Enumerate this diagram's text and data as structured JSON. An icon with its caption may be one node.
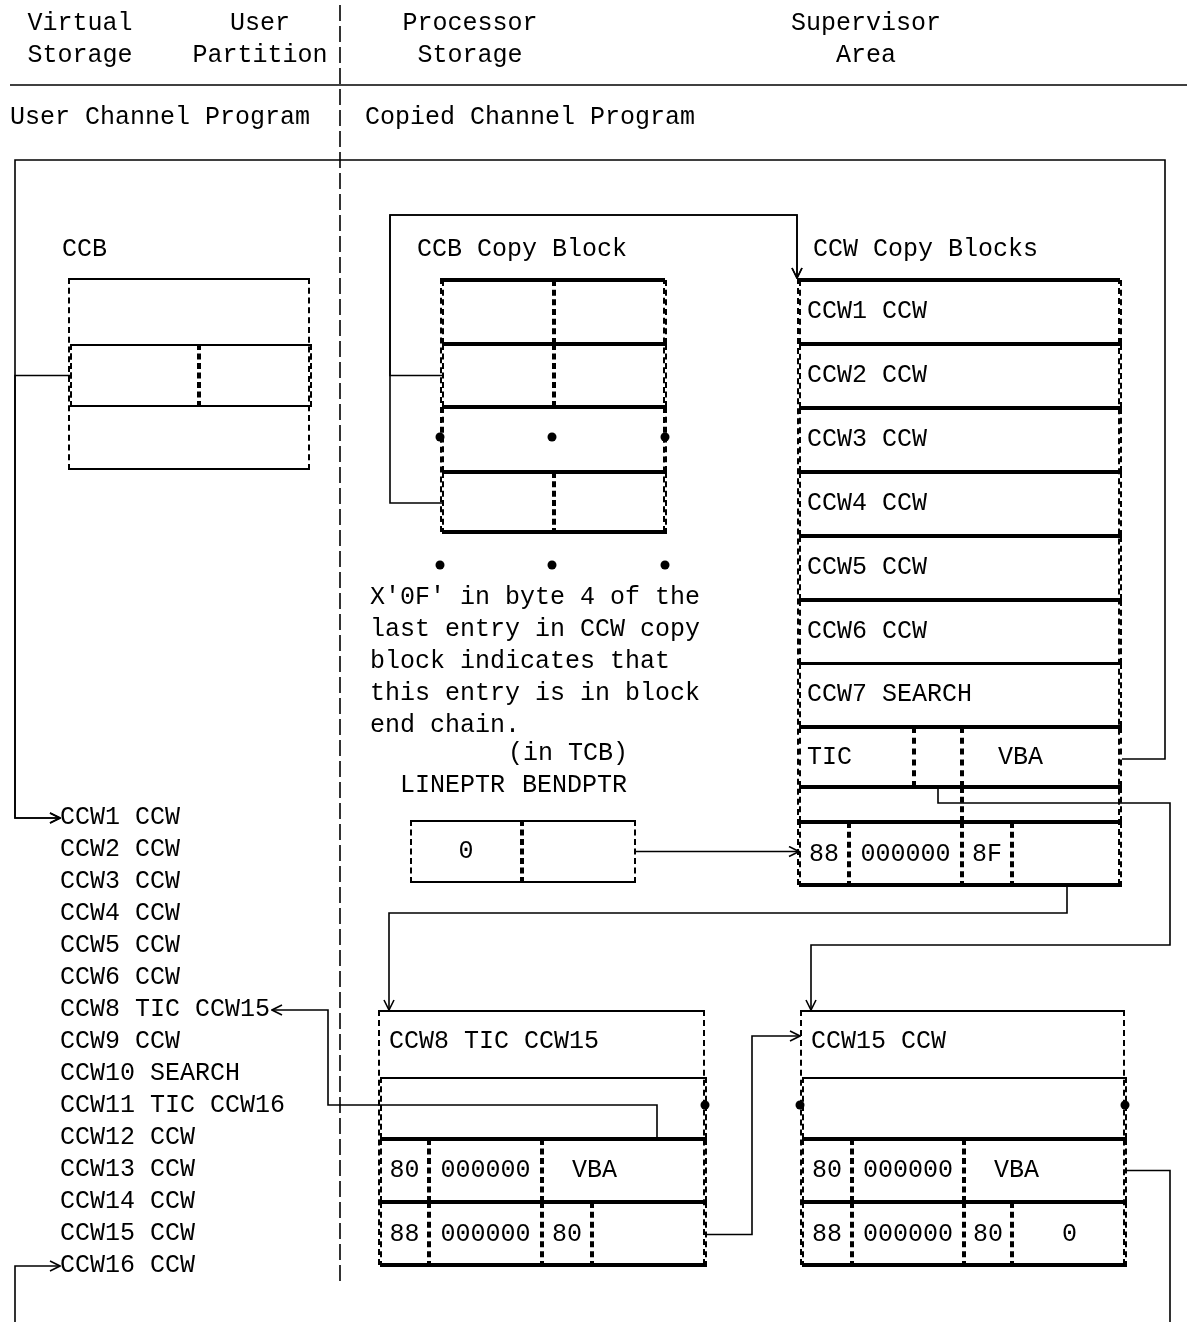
{
  "diagram": {
    "nodes": [
      {
        "text": [
          "CCB"
        ]
      },
      {
        "text": [],
        "shape": "box",
        "in": 0
      },
      {
        "text": [
          "CCB Copy Block"
        ]
      },
      {
        "text": [],
        "shape": "box",
        "in": 2
      },
      {
        "text": [],
        "shape": "box",
        "in": 2
      },
      {
        "text": [
          "CCW Copy Blocks"
        ]
      },
      {
        "text": [
          "CCW1 CCW"
        ],
        "in": 5
      },
      {
        "text": [
          "CCW2 CCW"
        ],
        "in": 5
      },
      {
        "text": [
          "CCW3 CCW"
        ],
        "in": 5
      },
      {
        "text": [
          "CCW4 CCW"
        ],
        "in": 5
      },
      {
        "text": [
          "CCW5 CCW"
        ],
        "in": 5
      },
      {
        "text": [
          "CCW6 CCW"
        ],
        "in": 5
      },
      {
        "text": [
          "CCW7 SEARCH"
        ],
        "in": 5
      },
      {
        "text": [
          "TIC"
        ],
        "in": 5
      },
      {
        "text": [],
        "shape": "box",
        "in": 5
      },
      {
        "text": [
          "VBA"
        ],
        "in": 5
      },
      {
        "text": [
          "88"
        ],
        "in": 5
      },
      {
        "text": [
          "000000"
        ],
        "in": 5
      },
      {
        "text": [
          "8F"
        ],
        "in": 5
      },
      {
        "text": [],
        "shape": "box",
        "in": 5
      },
      {
        "text": [
          "0"
        ],
        "beside": [
          "LINEPTR"
        ]
      },
      {
        "text": [],
        "shape": "box",
        "beside": [
          "(in TCB)",
          "BENDPTR"
        ]
      },
      {
        "text": [
          "CCW8 TIC CCW15"
        ]
      },
      {
        "text": [
          "80"
        ],
        "in": 22
      },
      {
        "text": [
          "000000"
        ],
        "in": 22
      },
      {
        "text": [
          "VBA"
        ],
        "in": 22
      },
      {
        "text": [
          "88"
        ],
        "in": 22
      },
      {
        "text": [
          "000000"
        ],
        "in": 22
      },
      {
        "text": [
          "80"
        ],
        "in": 22
      },
      {
        "text": [],
        "shape": "box",
        "in": 22
      },
      {
        "text": [
          "CCW15 CCW"
        ]
      },
      {
        "text": [
          "80"
        ],
        "in": 30
      },
      {
        "text": [
          "000000"
        ],
        "in": 30
      },
      {
        "text": [
          "VBA"
        ],
        "in": 30
      },
      {
        "text": [
          "88"
        ],
        "in": 30
      },
      {
        "text": [
          "000000"
        ],
        "in": 30
      },
      {
        "text": [
          "80"
        ],
        "in": 30
      },
      {
        "text": [
          "0"
        ],
        "in": 30
      },
      {
        "text": [
          "CCW1 CCW"
        ]
      },
      {
        "text": [
          "CCW2 CCW"
        ]
      },
      {
        "text": [
          "CCW3 CCW"
        ]
      },
      {
        "text": [
          "CCW4 CCW"
        ]
      },
      {
        "text": [
          "CCW5 CCW"
        ]
      },
      {
        "text": [
          "CCW6 CCW"
        ]
      },
      {
        "text": [
          "CCW8 TIC CCW15"
        ]
      },
      {
        "text": [
          "CCW9 CCW"
        ]
      },
      {
        "text": [
          "CCW10 SEARCH"
        ]
      },
      {
        "text": [
          "CCW11 TIC CCW16"
        ]
      },
      {
        "text": [
          "CCW12 CCW"
        ]
      },
      {
        "text": [
          "CCW13 CCW"
        ]
      },
      {
        "text": [
          "CCW14 CCW"
        ]
      },
      {
        "text": [
          "CCW15 CCW"
        ]
      },
      {
        "text": [
          "CCW16 CCW"
        ]
      }
    ],
    "edges": [
      {
        "from": 1,
        "to": 38,
        "arrow": "to"
      },
      {
        "from": 15,
        "to": 38,
        "arrow": "to"
      },
      {
        "from": 3,
        "to": 5,
        "arrow": "to"
      },
      {
        "from": 4,
        "to": 5,
        "arrow": "to"
      },
      {
        "from": 21,
        "to": 16,
        "arrow": "to"
      },
      {
        "from": 14,
        "to": 30,
        "arrow": "to"
      },
      {
        "from": 19,
        "to": 22,
        "arrow": "to"
      },
      {
        "from": 25,
        "to": 44,
        "arrow": "to"
      },
      {
        "from": 29,
        "to": 30,
        "arrow": "to"
      },
      {
        "from": 33,
        "to": null,
        "arrow": "none"
      },
      {
        "from": null,
        "to": 52,
        "arrow": "to"
      }
    ],
    "labels": [
      "Virtual Storage",
      "User Partition",
      "Processor Storage",
      "Supervisor Area",
      "User Channel Program",
      "Copied Channel Program",
      "X'0F' in byte 4 of the last entry in CCW copy block indicates that this entry is in block end chain."
    ]
  }
}
